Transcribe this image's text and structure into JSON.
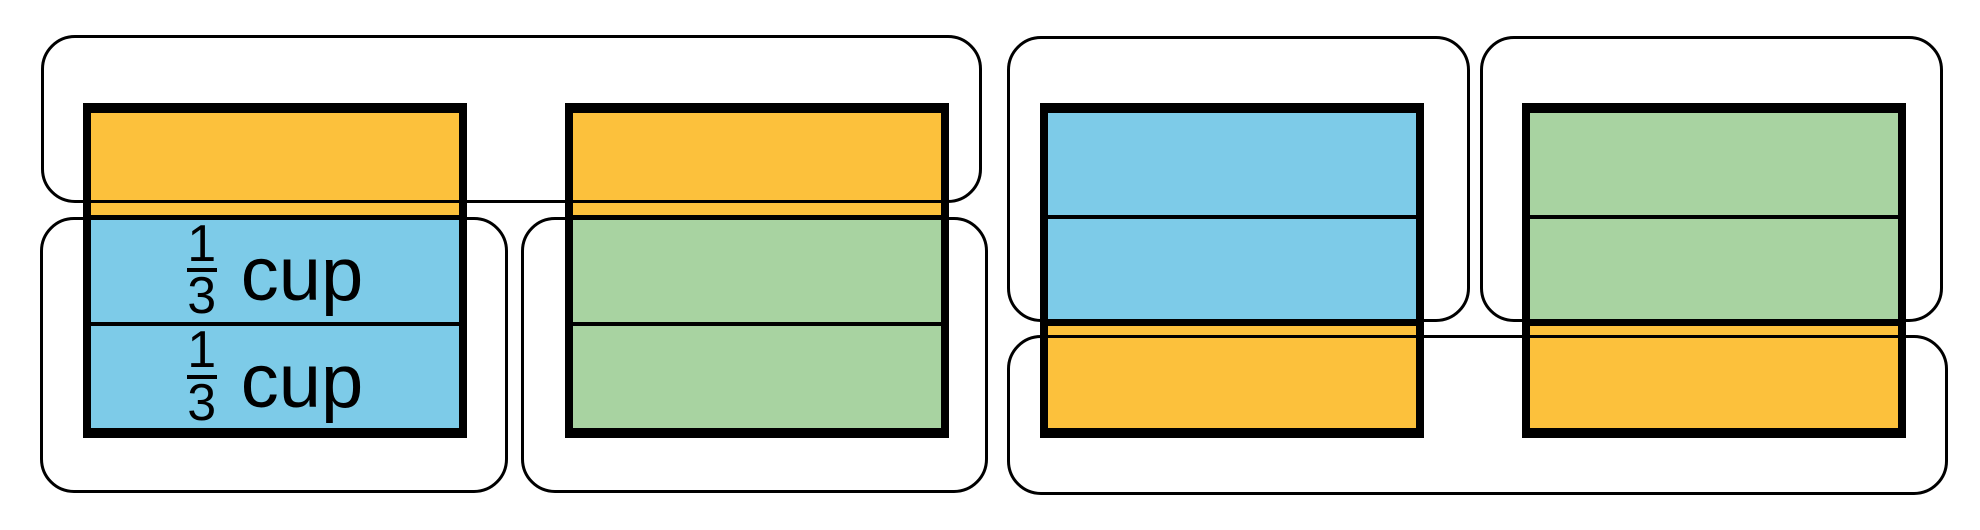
{
  "palette": {
    "orange": "#FCC13C",
    "blue": "#7DCBE8",
    "green": "#A8D3A1",
    "line": "#000000",
    "background": "#FFFFFF"
  },
  "fraction_label": {
    "numerator": "1",
    "denominator": "3",
    "unit": "cup",
    "reading": "1/3 cup"
  },
  "tapes": [
    {
      "name": "tape-1",
      "sections": [
        {
          "color": "orange",
          "label": ""
        },
        {
          "color": "blue",
          "label": "1/3 cup"
        },
        {
          "color": "blue",
          "label": "1/3 cup"
        }
      ]
    },
    {
      "name": "tape-2",
      "sections": [
        {
          "color": "orange",
          "label": ""
        },
        {
          "color": "green",
          "label": ""
        },
        {
          "color": "green",
          "label": ""
        }
      ]
    },
    {
      "name": "tape-3",
      "sections": [
        {
          "color": "blue",
          "label": ""
        },
        {
          "color": "blue",
          "label": ""
        },
        {
          "color": "orange",
          "label": ""
        }
      ]
    },
    {
      "name": "tape-4",
      "sections": [
        {
          "color": "green",
          "label": ""
        },
        {
          "color": "green",
          "label": ""
        },
        {
          "color": "orange",
          "label": ""
        }
      ]
    }
  ],
  "groups": [
    {
      "name": "group-top-orange-pair",
      "around": "tape-1 section 1 + tape-2 section 1"
    },
    {
      "name": "group-tape1-blue-thirds",
      "around": "tape-1 sections 2-3"
    },
    {
      "name": "group-tape2-green-thirds",
      "around": "tape-2 sections 2-3"
    },
    {
      "name": "group-tape3-blue-thirds",
      "around": "tape-3 sections 1-2"
    },
    {
      "name": "group-bottom-orange-pair",
      "around": "tape-3 section 3 + tape-4 section 3"
    },
    {
      "name": "group-tape4-green-thirds",
      "around": "tape-4 sections 1-2"
    }
  ]
}
